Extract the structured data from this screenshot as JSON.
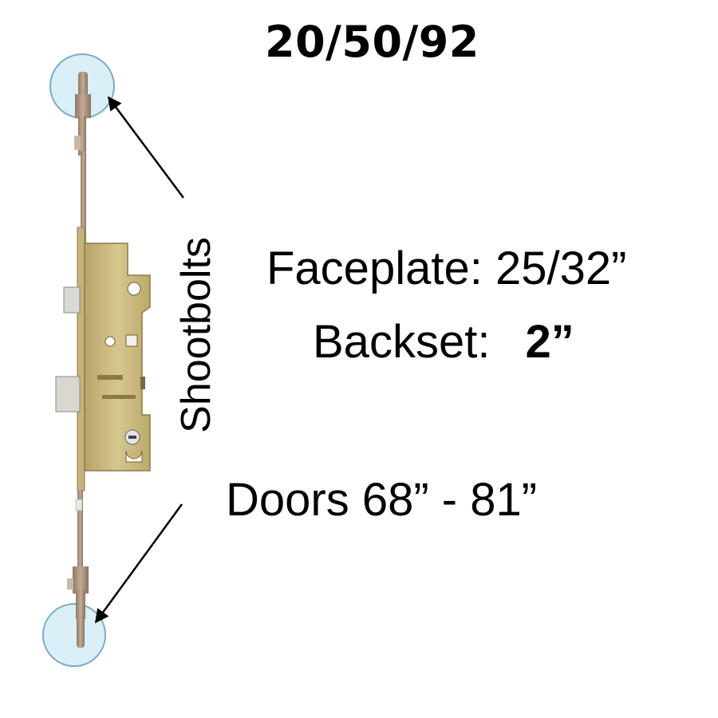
{
  "product": {
    "model_number": "20/50/92",
    "faceplate_label": "Faceplate: 25/32”",
    "backset_label": "Backset:",
    "backset_value": "2”",
    "doors_label": "Doors 68” - 81”",
    "shootbolts_label": "Shootbolts"
  },
  "colors": {
    "text": "#000000",
    "lock_body": "#c9b77a",
    "rod": "#a8917a",
    "highlight_circle_fill": "#d7eef8",
    "highlight_circle_stroke": "#6f9fc4"
  },
  "icons": {
    "top_arrow": "arrow-icon",
    "bottom_arrow": "arrow-icon"
  }
}
